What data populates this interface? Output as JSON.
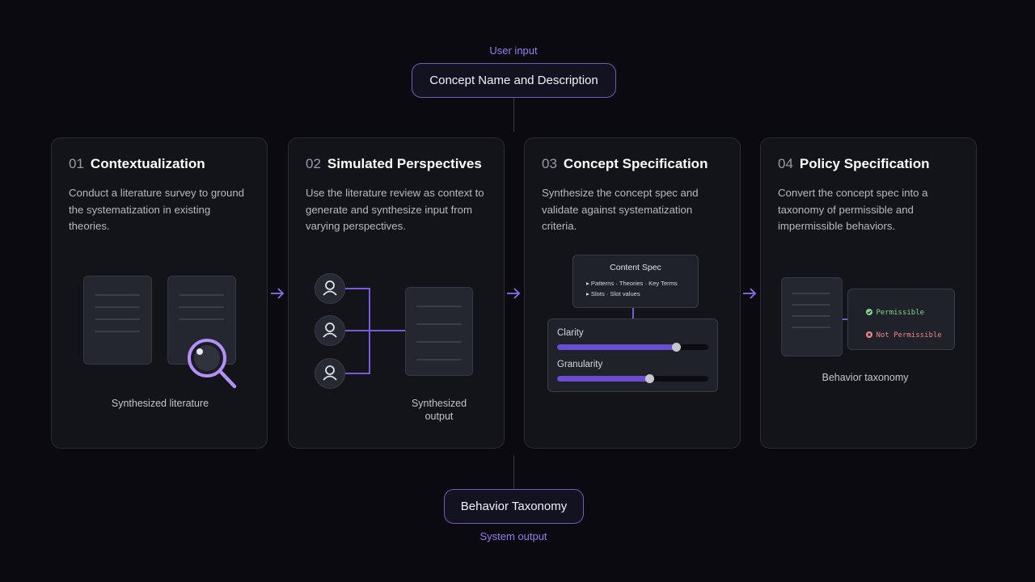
{
  "header": {
    "input_caption": "User input",
    "input_label": "Concept Name and Description"
  },
  "footer": {
    "output_label": "Behavior Taxonomy",
    "output_caption": "System output"
  },
  "steps": [
    {
      "number": "01",
      "title": "Contextualization",
      "description": "Conduct a literature survey to ground the systematization in existing theories.",
      "illustration_label": "Synthesized literature"
    },
    {
      "number": "02",
      "title": "Simulated Perspectives",
      "description": "Use the literature review as context to generate and synthesize input from varying perspectives.",
      "illustration_label": "Synthesized output"
    },
    {
      "number": "03",
      "title": "Concept Specification",
      "description": "Synthesize the concept spec and validate against systematization criteria.",
      "spec_title": "Content Spec",
      "spec_lines": [
        "▸ Patterns · Theories · Key Terms",
        "▸ Slots · Slot values"
      ],
      "sliders": [
        {
          "label": "Clarity",
          "value": 0.79
        },
        {
          "label": "Granularity",
          "value": 0.61
        }
      ]
    },
    {
      "number": "04",
      "title": "Policy Specification",
      "description": "Convert the concept spec into a taxonomy of permissible and impermissible behaviors.",
      "permissible_label": "Permissible",
      "not_permissible_label": "Not Permissible",
      "illustration_label": "Behavior taxonomy"
    }
  ],
  "colors": {
    "accent": "#8c6fe8",
    "permissible": "#7fd98a",
    "not_permissible": "#f0848a"
  },
  "icons": [
    "right-arrow-icon",
    "magnifier-icon",
    "person-icon",
    "check-icon",
    "cross-icon"
  ]
}
